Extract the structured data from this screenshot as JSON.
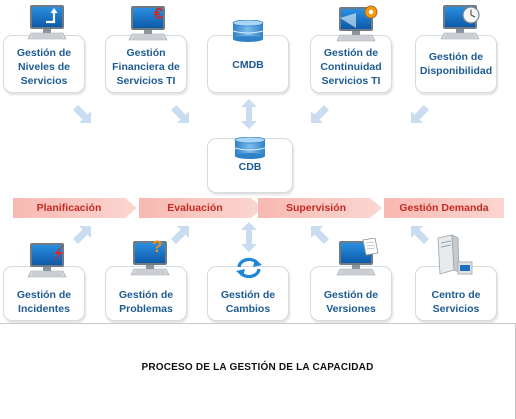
{
  "top_row": [
    {
      "id": "niveles",
      "label": "Gestión de Niveles de Servicios",
      "icon": "monitor-upload-icon"
    },
    {
      "id": "financiera",
      "label": "Gestión Financiera de Servicios TI",
      "icon": "monitor-euro-icon"
    },
    {
      "id": "cmdb",
      "label": "CMDB",
      "icon": "database-icon"
    },
    {
      "id": "continuidad",
      "label": "Gestión de Continuidad Servicios TI",
      "icon": "monitor-gear-icon"
    },
    {
      "id": "disponibilidad",
      "label": "Gestión de Disponibilidad",
      "icon": "monitor-clock-icon"
    }
  ],
  "center": {
    "label": "CDB",
    "icon": "database-icon"
  },
  "process_steps": [
    "Planificación",
    "Evaluación",
    "Supervisión",
    "Gestión Demanda"
  ],
  "bottom_row": [
    {
      "id": "incidentes",
      "label": "Gestión de Incidentes",
      "icon": "monitor-lightning-icon"
    },
    {
      "id": "problemas",
      "label": "Gestión de Problemas",
      "icon": "monitor-question-icon"
    },
    {
      "id": "cambios",
      "label": "Gestión de Cambios",
      "icon": "refresh-arrows-icon"
    },
    {
      "id": "versiones",
      "label": "Gestión de Versiones",
      "icon": "monitor-document-icon"
    },
    {
      "id": "centro",
      "label": "Centro de Servicios",
      "icon": "server-tower-icon"
    }
  ],
  "footer": {
    "title": "PROCESO DE LA GESTIÓN DE LA CAPACIDAD"
  },
  "colors": {
    "label": "#1d5b93",
    "step_text": "#c42a22",
    "step_fill": "#f9c8c3",
    "arrow": "#c9dcf0",
    "db": "#4a9ad8"
  }
}
